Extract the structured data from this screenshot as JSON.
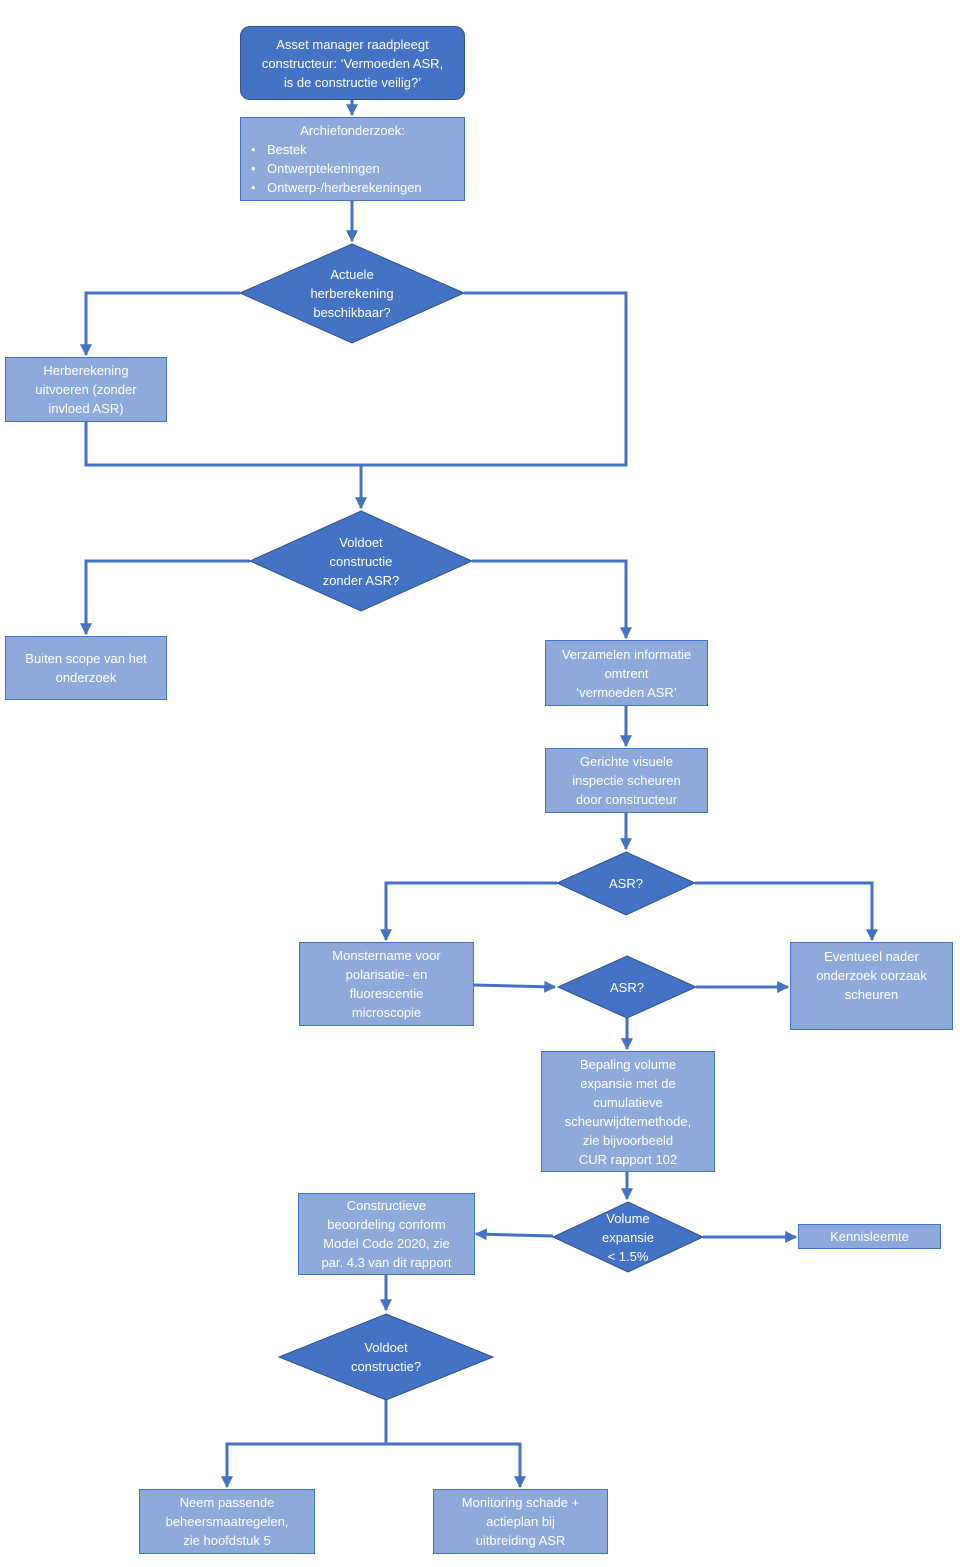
{
  "colors": {
    "connector": "#4472c4",
    "box_fill": "#8eaadb",
    "decision_fill": "#4472c4",
    "start_fill": "#4472c4",
    "text": "#ffffff"
  },
  "nodes": {
    "start": "Asset manager raadpleegt\nconstructeur: ‘Vermoeden ASR,\nis de constructie veilig?’",
    "archief": {
      "title": "Archiefonderzoek:",
      "items": [
        "Bestek",
        "Ontwerptekeningen",
        "Ontwerp-/herberekeningen"
      ]
    },
    "d_herberekening": "Actuele\nherberekening\nbeschikbaar?",
    "herberekening": "Herberekening\nuitvoeren (zonder\ninvloed ASR)",
    "d_voldoet_zonder": "Voldoet\nconstructie\nzonder ASR?",
    "buiten_scope": "Buiten scope van het\nonderzoek",
    "verzamelen": "Verzamelen informatie\nomtrent\n‘vermoeden ASR’",
    "inspectie": "Gerichte visuele\ninspectie scheuren\ndoor constructeur",
    "d_asr1": "ASR?",
    "monstername": "Monstername voor\npolarisatie- en\nfluorescentie\nmicroscopie",
    "d_asr2": "ASR?",
    "eventueel": "Eventueel nader\nonderzoek oorzaak\nscheuren",
    "bepaling": "Bepaling volume\nexpansie met de\ncumulatieve\nscheurwijdtemethode,\nzie bijvoorbeeld\nCUR rapport 102",
    "d_volume": "Volume\nexpansie\n< 1.5%",
    "kennisleemte": "Kennisleemte",
    "constructieve": "Constructieve\nbeoordeling conform\nModel Code 2020, zie\npar. 4.3 van dit rapport",
    "d_voldoet": "Voldoet\nconstructie?",
    "neem": "Neem passende\nbeheersmaatregelen,\nzie hoofdstuk 5",
    "monitoring": "Monitoring schade +\nactieplan bij\nuitbreiding ASR"
  }
}
